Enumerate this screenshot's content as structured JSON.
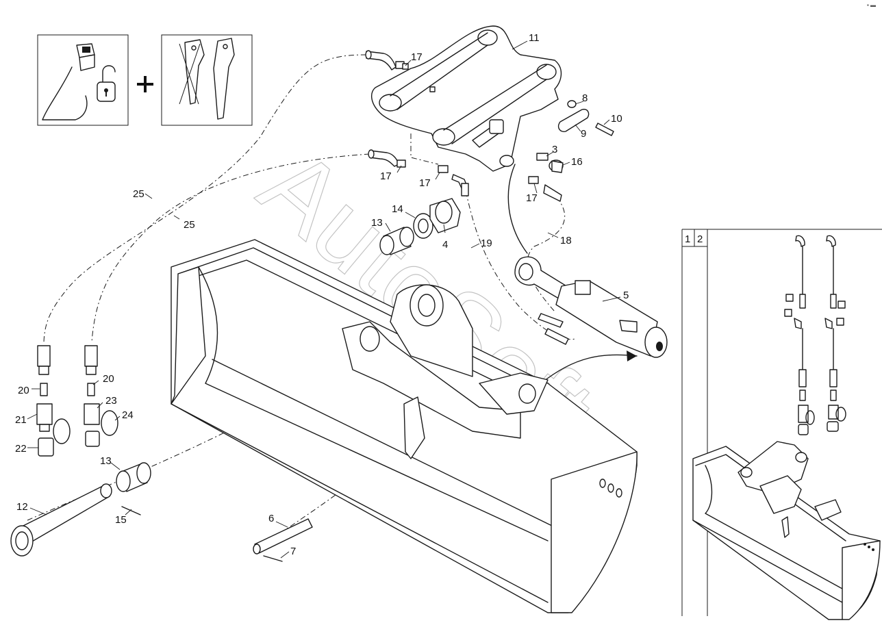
{
  "watermark": "AutoSoft",
  "side_panel": {
    "tabs": [
      "1",
      "2"
    ]
  },
  "labels": {
    "l11": "11",
    "l17a": "17",
    "l8": "8",
    "l10": "10",
    "l9": "9",
    "l3": "3",
    "l16": "16",
    "l17b": "17",
    "l17c": "17",
    "l17d": "17",
    "l25a": "25",
    "l25b": "25",
    "l14": "14",
    "l13a": "13",
    "l4": "4",
    "l19": "19",
    "l18": "18",
    "l5": "5",
    "l20a": "20",
    "l20b": "20",
    "l21": "21",
    "l22": "22",
    "l23": "23",
    "l24": "24",
    "l13b": "13",
    "l12": "12",
    "l15": "15",
    "l6": "6",
    "l7": "7"
  },
  "icons": [
    "switch-icon",
    "open-padlock-icon",
    "bucket-icon",
    "plus-icon",
    "boom-arm-icon"
  ]
}
